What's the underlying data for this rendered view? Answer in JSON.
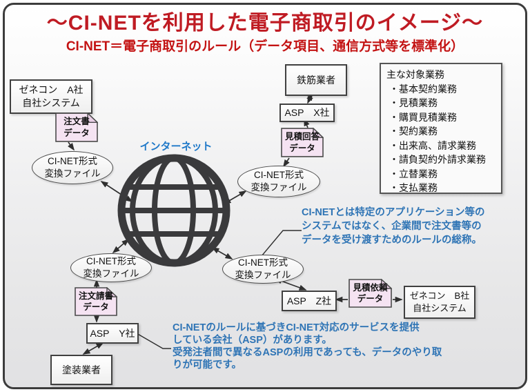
{
  "title": "～CI-NETを利用した電子商取引のイメージ～",
  "subtitle": "CI-NET＝電子商取引のルール（データ項目、通信方式等を標準化）",
  "internet_label": "インターネット",
  "colors": {
    "title_red": "#bf1b23",
    "subtitle_red": "#c31212",
    "note_blue": "#2e74b5",
    "internet_blue": "#1e78c8",
    "doc_pink": "#f5e3f2",
    "doc_fold_pink": "#e9cfe6",
    "line_dark": "#2f2f2f"
  },
  "nodes": {
    "genecon_a": {
      "line1": "ゼネコン　A社",
      "line2": "自社システム"
    },
    "tekkin": {
      "label": "鉄筋業者"
    },
    "asp_x": {
      "label": "ASP　X社"
    },
    "asp_y": {
      "label": "ASP　Y社"
    },
    "asp_z": {
      "label": "ASP　Z社"
    },
    "tosou": {
      "label": "塗装業者"
    },
    "genecon_b": {
      "line1": "ゼネコン　B社",
      "line2": "自社システム"
    }
  },
  "documents": {
    "chumonsho": {
      "line1": "注文書",
      "line2": "データ"
    },
    "mitsumori_kaito": {
      "line1": "見積回答",
      "line2": "データ"
    },
    "chumon_ukesho": {
      "line1": "注文請書",
      "line2": "データ"
    },
    "mitsumori_irai": {
      "line1": "見積依頼",
      "line2": "データ"
    }
  },
  "converter": {
    "line1": "CI-NET形式",
    "line2": "変換ファイル"
  },
  "legend_box": {
    "title": "主な対象業務",
    "items": [
      "・基本契約業務",
      "・見積業務",
      "・購買見積業務",
      "・契約業務",
      "・出来高、請求業務",
      "・請負契約外請求業務",
      "・立替業務",
      "・支払業務"
    ]
  },
  "notes": {
    "note1": {
      "line1": "CI-NETとは特定のアプリケーション等の",
      "line2": "システムではなく、企業間で注文書等の",
      "line3": "データを受け渡すためのルールの総称。"
    },
    "note2": {
      "line1": "CI-NETのルールに基づきCI-NET対応のサービスを提供",
      "line2": "している会社（ASP）があります。",
      "line3": "受発注者間で異なるASPの利用であっても、データのやり取",
      "line4": "りが可能です。"
    }
  }
}
